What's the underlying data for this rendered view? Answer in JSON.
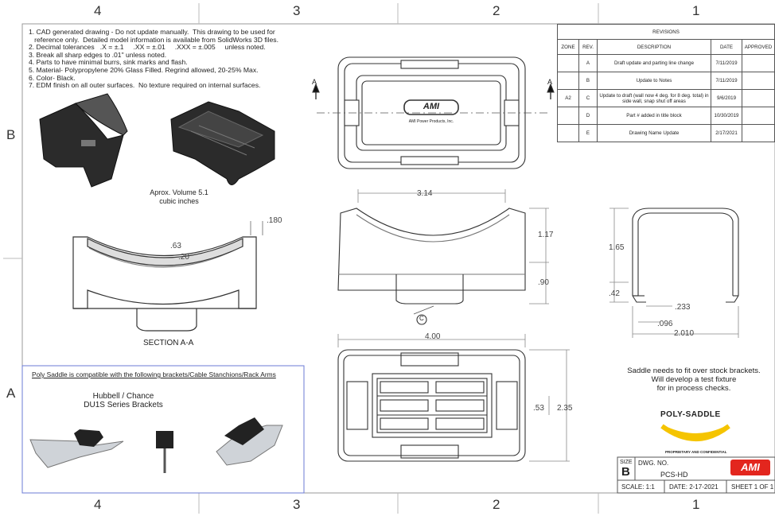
{
  "zones": {
    "top": [
      "4",
      "3",
      "2",
      "1"
    ],
    "bottom": [
      "4",
      "3",
      "2",
      "1"
    ],
    "left": [
      "B",
      "A"
    ]
  },
  "notes": [
    "1. CAD generated drawing - Do not update manually.  This drawing to be used for",
    "   reference only.  Detailed model information is available from SolidWorks 3D files.",
    "2. Decimal tolerances   .X = ±.1     .XX = ±.01     .XXX = ±.005     unless noted.",
    "3. Break all sharp edges to .01\" unless noted.",
    "4. Parts to have minimal burrs, sink marks and flash.",
    "5. Material- Polypropylene 20% Glass Filled. Regrind allowed, 20-25% Max.",
    "6. Color- Black.",
    "7. EDM finish on all outer surfaces.  No texture required on internal surfaces."
  ],
  "volume_note": [
    "Aprox. Volume 5.1",
    "cubic inches"
  ],
  "section_label": "SECTION A-A",
  "section_marker": "A",
  "logo_text": "AMI",
  "logo_subtext": "AMI Power Products, Inc.",
  "dimensions": {
    "section_top": ".180",
    "section_mid": ".63",
    "section_small": ".20",
    "front_width": "3.14",
    "front_upper": "1.17",
    "front_lower": ".90",
    "callout": "C",
    "bottom_width": "4.00",
    "bottom_height": "2.35",
    "bottom_inner": ".53",
    "side_height": "1.65",
    "side_foot": ".42",
    "side_lip": ".233",
    "side_wall": ".096",
    "side_width": "2.010"
  },
  "compat": {
    "heading": "Poly Saddle is compatible with the following brackets/Cable Stanchions/Rack Arms",
    "line1": "Hubbell / Chance",
    "line2": "DU1S Series Brackets"
  },
  "fit_note": [
    "Saddle needs to fit over stock brackets.",
    "Will develop a test fixture",
    "for in process checks."
  ],
  "product": {
    "name": "POLY-SADDLE",
    "confidential": "PROPRIETARY AND CONFIDENTIAL",
    "color": "#f5c400"
  },
  "revisions": {
    "title": "REVISIONS",
    "headers": [
      "ZONE",
      "REV.",
      "DESCRIPTION",
      "DATE",
      "APPROVED"
    ],
    "rows": [
      [
        "",
        "A",
        "Draft update and parting line change",
        "7/11/2019",
        ""
      ],
      [
        "",
        "B",
        "Update to Notes",
        "7/11/2019",
        ""
      ],
      [
        "A2",
        "C",
        "Update to draft (wall now 4 deg. for 8 deg. total) in side wall, snap shut off areas",
        "9/6/2019",
        ""
      ],
      [
        "",
        "D",
        "Part # added in title block",
        "10/30/2019",
        ""
      ],
      [
        "",
        "E",
        "Drawing Name Update",
        "2/17/2021",
        ""
      ]
    ]
  },
  "title_block": {
    "size_label": "SIZE",
    "size": "B",
    "dwg_label": "DWG.  NO.",
    "dwg_no": "PCS-HD",
    "scale": "SCALE: 1:1",
    "date": "DATE: 2-17-2021",
    "sheet": "SHEET 1 OF 1",
    "logo": "AMI",
    "logo_color": "#e3261e"
  }
}
